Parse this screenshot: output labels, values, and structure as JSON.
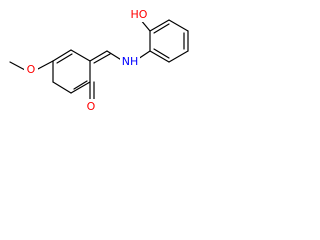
{
  "colors": {
    "bond": "#000000",
    "oxygen": "#ff0000",
    "nitrogen": "#0000ff",
    "background": "#ffffff"
  },
  "structure": {
    "methoxy_oxygen": "O",
    "ketone_oxygen": "O",
    "imine_nitrogen": "NH",
    "phenol_group": "HO"
  }
}
